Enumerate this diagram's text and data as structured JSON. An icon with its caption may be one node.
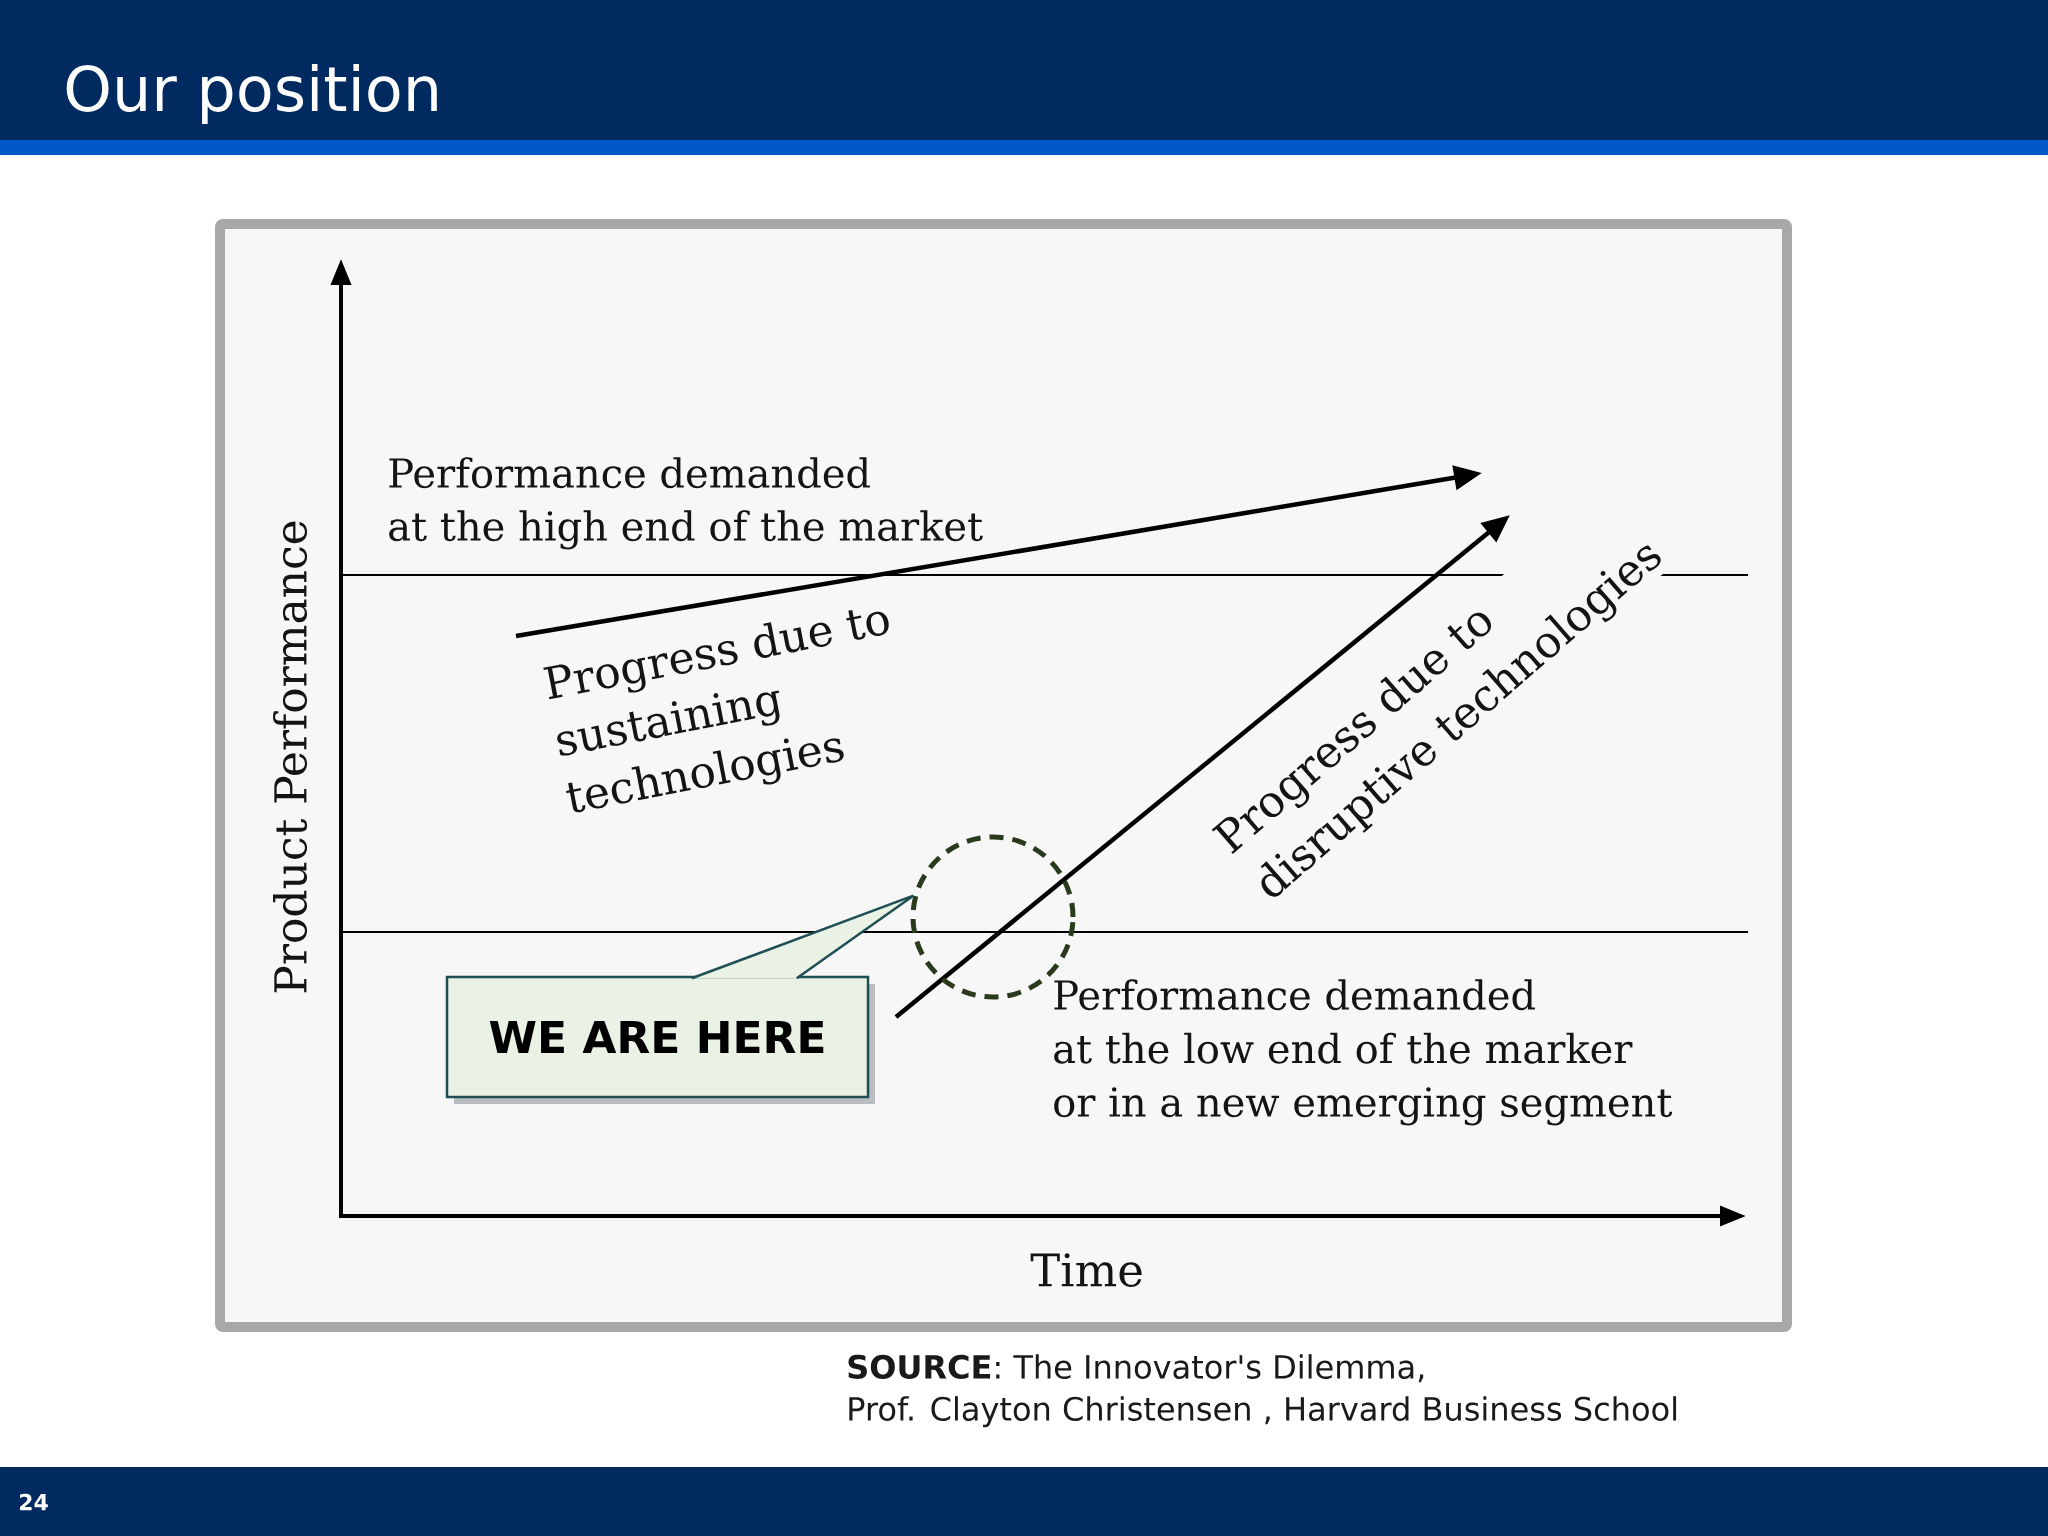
{
  "diagram": {
    "title": "Our position",
    "nodes": [
      {
        "text": [
          "WE ARE HERE"
        ]
      },
      {
        "text": [],
        "shape": "circle"
      }
    ],
    "edges": [
      {
        "from": 0,
        "to": 1,
        "arrow": "none"
      }
    ],
    "labels": [
      "Product Performance",
      "Performance demanded at the high end of the market",
      "Progress due to sustaining technologies",
      "Progress due to disruptive technologies",
      "Performance demanded at the low end of the marker or in a new emerging segment",
      "Time",
      "**SOURCE**: The Innovator's Dilemma, Prof. Clayton Christensen , Harvard Business School",
      "24"
    ]
  }
}
